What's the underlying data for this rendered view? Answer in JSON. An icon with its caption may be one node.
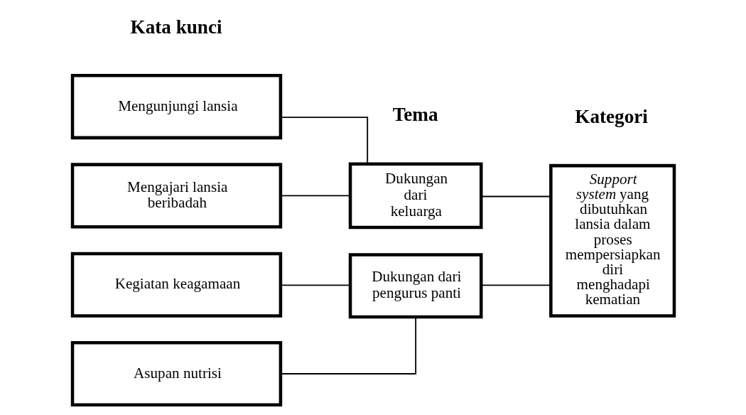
{
  "diagram": {
    "nodes": [
      {
        "text": [
          "Mengunjungi lansia"
        ]
      },
      {
        "text": [
          "Mengajari lansia beribadah"
        ]
      },
      {
        "text": [
          "Kegiatan keagamaan"
        ]
      },
      {
        "text": [
          "Asupan nutrisi"
        ]
      },
      {
        "text": [
          "Dukungan dari keluarga"
        ]
      },
      {
        "text": [
          "Dukungan dari pengurus panti"
        ]
      },
      {
        "text": [
          "*Support system* yang dibutuhkan lansia dalam proses mempersiapkan diri menghadapi kematian"
        ]
      }
    ],
    "edges": [
      {
        "from": 0,
        "to": 4,
        "arrow": "none"
      },
      {
        "from": 1,
        "to": 4,
        "arrow": "none"
      },
      {
        "from": 2,
        "to": 5,
        "arrow": "none"
      },
      {
        "from": 3,
        "to": 5,
        "arrow": "none"
      },
      {
        "from": 4,
        "to": 6,
        "arrow": "none"
      },
      {
        "from": 5,
        "to": 6,
        "arrow": "none"
      }
    ],
    "labels": [
      "Kata kunci",
      "Kategori",
      "Tema"
    ]
  }
}
